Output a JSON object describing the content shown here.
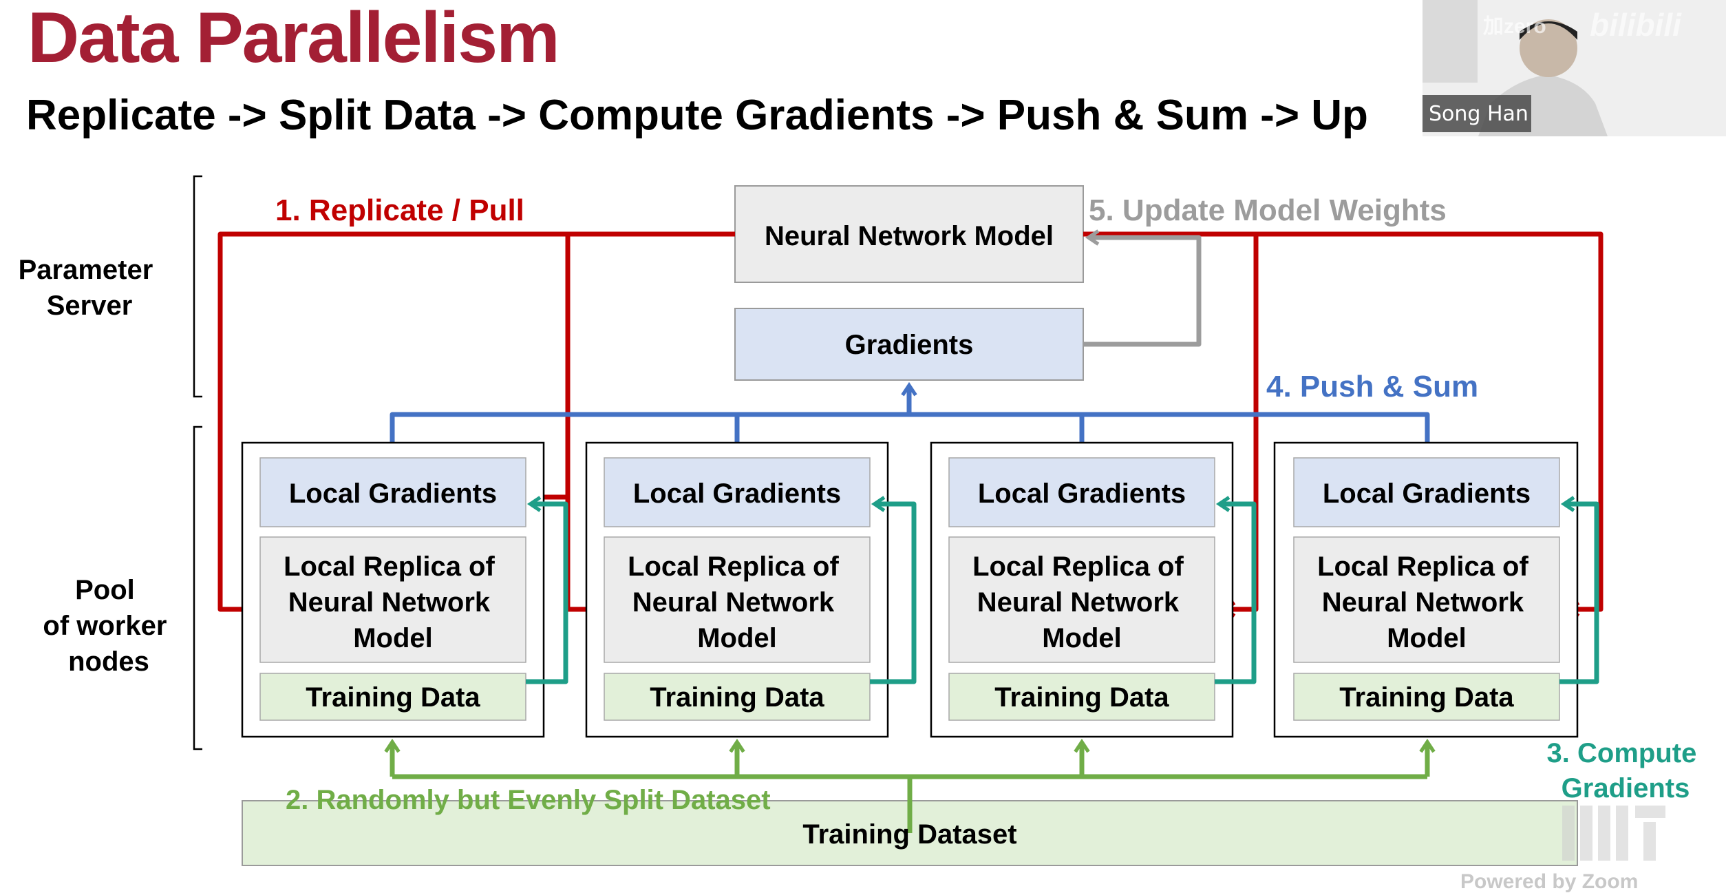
{
  "slide": {
    "title": "Data Parallelism",
    "subtitle": "Replicate -> Split Data -> Compute Gradients -> Push & Sum -> Up"
  },
  "diagram": {
    "side_labels": {
      "parameter_server": [
        "Parameter",
        "Server"
      ],
      "worker_pool": [
        "Pool",
        "of worker",
        "nodes"
      ]
    },
    "server": {
      "model_label": "Neural Network Model",
      "gradients_label": "Gradients"
    },
    "steps": {
      "replicate": "1. Replicate / Pull",
      "split": "2. Randomly but Evenly Split Dataset",
      "compute": [
        "3. Compute",
        "Gradients"
      ],
      "push": "4. Push & Sum",
      "update": "5. Update Model Weights"
    },
    "worker": {
      "local_gradients": "Local Gradients",
      "replica_lines": [
        "Local Replica of",
        "Neural Network",
        "Model"
      ],
      "training_data": "Training Data"
    },
    "dataset_label": "Training Dataset"
  },
  "overlay": {
    "speaker_name": "Song Han",
    "video_watermark": "bilibili",
    "channel_watermark": "加zero",
    "corner_logo_text": "MIT",
    "powered_by": "Powered by Zoom"
  },
  "colors": {
    "title": "#a31f34",
    "replicate": "#c00000",
    "split": "#70ad47",
    "compute": "#1e9e88",
    "push": "#4472c4",
    "update": "#9c9c9c",
    "gradient_fill": "#dae3f3",
    "model_fill": "#ececec",
    "data_fill": "#e2f0d9"
  }
}
